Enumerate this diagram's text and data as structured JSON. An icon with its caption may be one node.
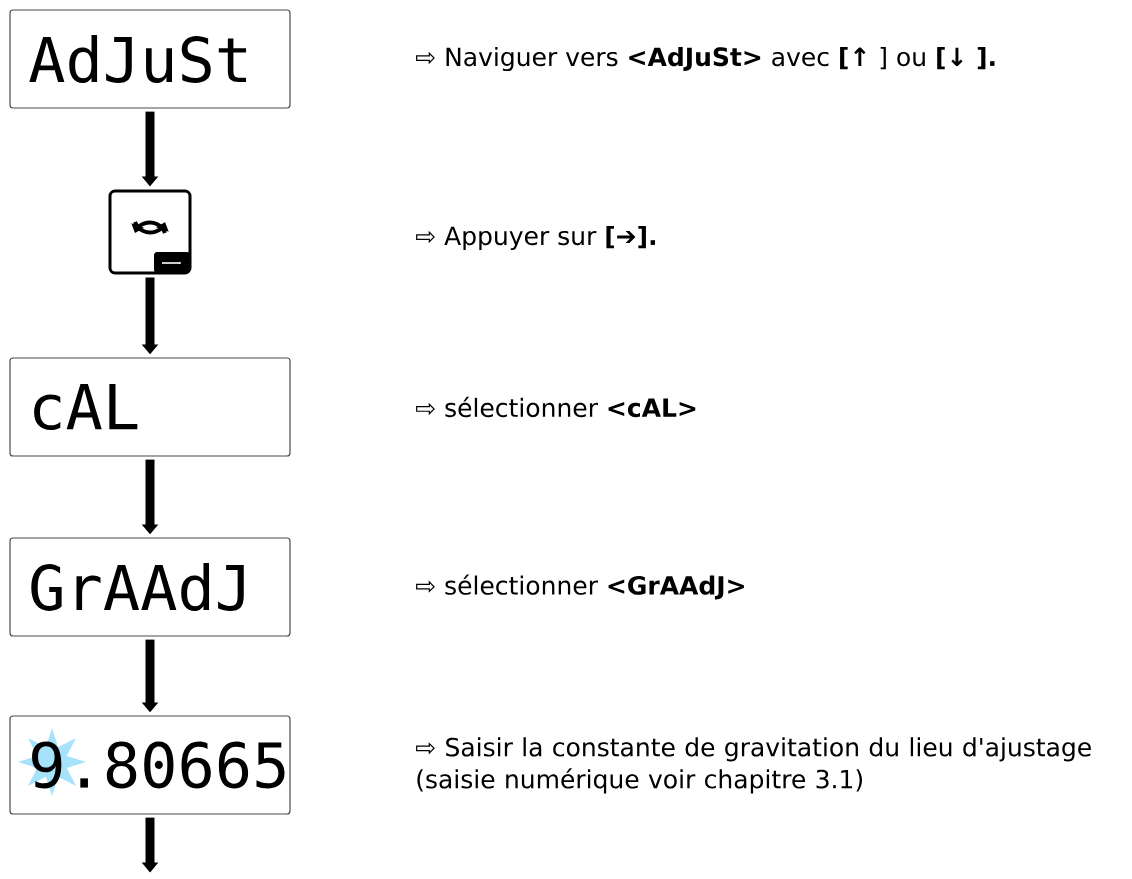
{
  "diagram": {
    "nodes": [
      {
        "text": [
          "AdJuSt"
        ]
      },
      {
        "text": [],
        "shape": "box"
      },
      {
        "text": [
          "cAL"
        ]
      },
      {
        "text": [
          "GrAAdJ"
        ]
      },
      {
        "text": [
          "9.80665"
        ]
      }
    ],
    "edges": [
      {
        "from": 0,
        "to": 1,
        "arrow": "to"
      },
      {
        "from": 1,
        "to": 2,
        "arrow": "to"
      },
      {
        "from": 2,
        "to": 3,
        "arrow": "to"
      },
      {
        "from": 3,
        "to": 4,
        "arrow": "to"
      },
      {
        "from": 4,
        "to": null,
        "arrow": "to"
      }
    ],
    "labels": [
      "⇨ Naviguer vers **<AdJuSt>** avec **[↑** ] ou **[↓ ].**",
      "⇨ Appuyer sur **[➔].**",
      "⇨ sélectionner **<cAL>**",
      "⇨ sélectionner **<GrAAdJ>**",
      "⇨ Saisir la constante de gravitation du lieu d'ajustage (saisie numérique voir chapitre 3.1)"
    ]
  }
}
